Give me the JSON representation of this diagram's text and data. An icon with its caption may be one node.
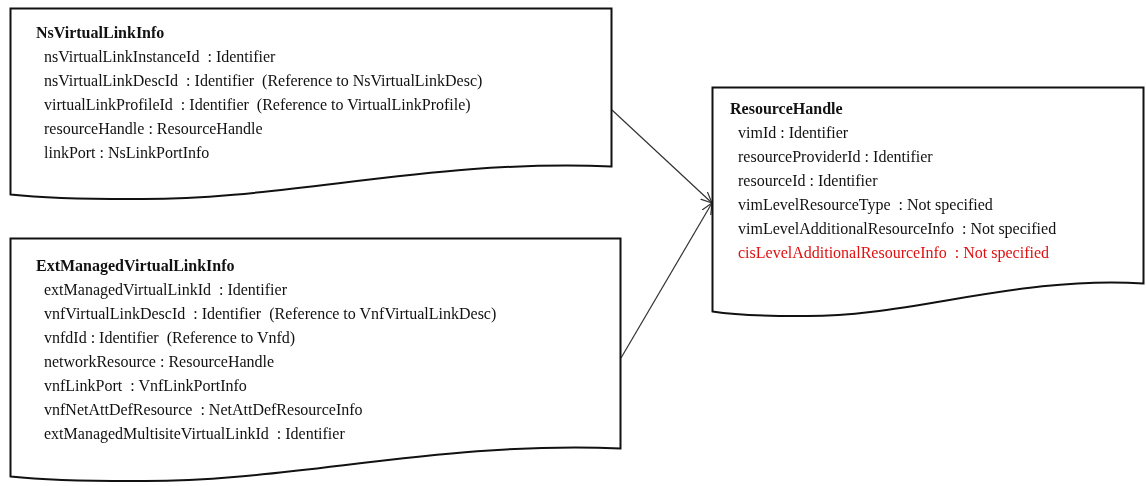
{
  "diagram": {
    "nodes": [
      {
        "text": [
          "NsVirtualLinkInfo",
          "nsVirtualLinkInstanceId  : Identifier",
          "nsVirtualLinkDescId  : Identifier  (Reference to NsVirtualLinkDesc)",
          "virtualLinkProfileId  : Identifier  (Reference to VirtualLinkProfile)",
          "resourceHandle : ResourceHandle",
          "linkPort : NsLinkPortInfo"
        ]
      },
      {
        "text": [
          "ExtManagedVirtualLinkInfo",
          "extManagedVirtualLinkId  : Identifier",
          "vnfVirtualLinkDescId  : Identifier  (Reference to VnfVirtualLinkDesc)",
          "vnfdId : Identifier  (Reference to Vnfd)",
          "networkResource : ResourceHandle",
          "vnfLinkPort  : VnfLinkPortInfo",
          "vnfNetAttDefResource  : NetAttDefResourceInfo",
          "extManagedMultisiteVirtualLinkId  : Identifier"
        ]
      },
      {
        "text": [
          "ResourceHandle",
          "vimId : Identifier",
          "resourceProviderId : Identifier",
          "resourceId : Identifier",
          "vimLevelResourceType  : Not specified",
          "vimLevelAdditionalResourceInfo  : Not specified",
          "cisLevelAdditionalResourceInfo  : Not specified"
        ]
      }
    ],
    "edges": [
      {
        "from": 0,
        "to": 2,
        "arrow": "to"
      },
      {
        "from": 1,
        "to": 2,
        "arrow": "to"
      }
    ]
  }
}
